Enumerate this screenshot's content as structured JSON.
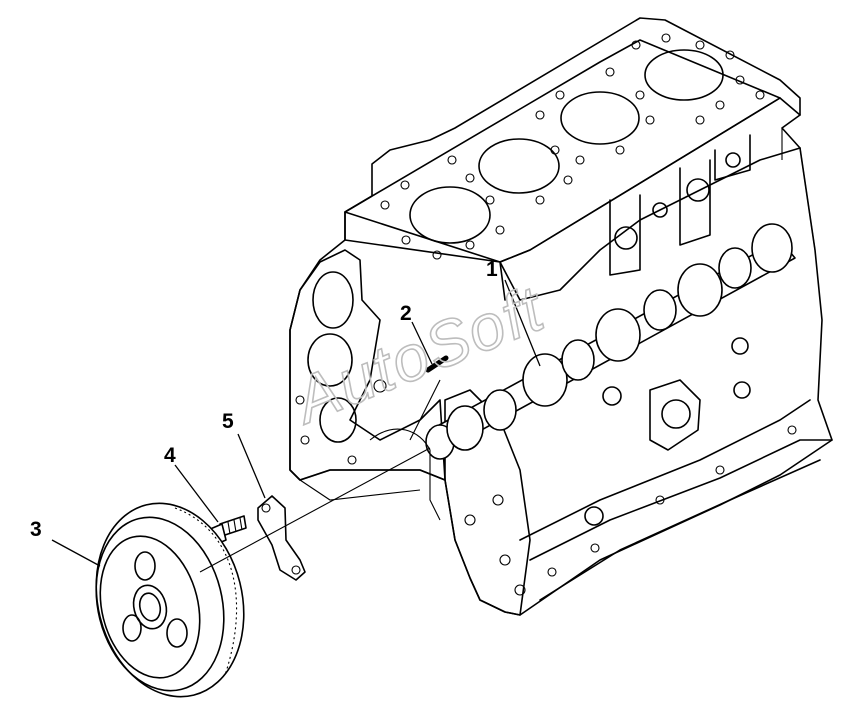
{
  "diagram": {
    "watermark": "AutoSoft",
    "callouts": [
      {
        "id": "1",
        "label": "1",
        "part": "camshaft"
      },
      {
        "id": "2",
        "label": "2",
        "part": "key"
      },
      {
        "id": "3",
        "label": "3",
        "part": "camshaft-gear"
      },
      {
        "id": "4",
        "label": "4",
        "part": "bolt"
      },
      {
        "id": "5",
        "label": "5",
        "part": "thrust-plate"
      }
    ]
  }
}
